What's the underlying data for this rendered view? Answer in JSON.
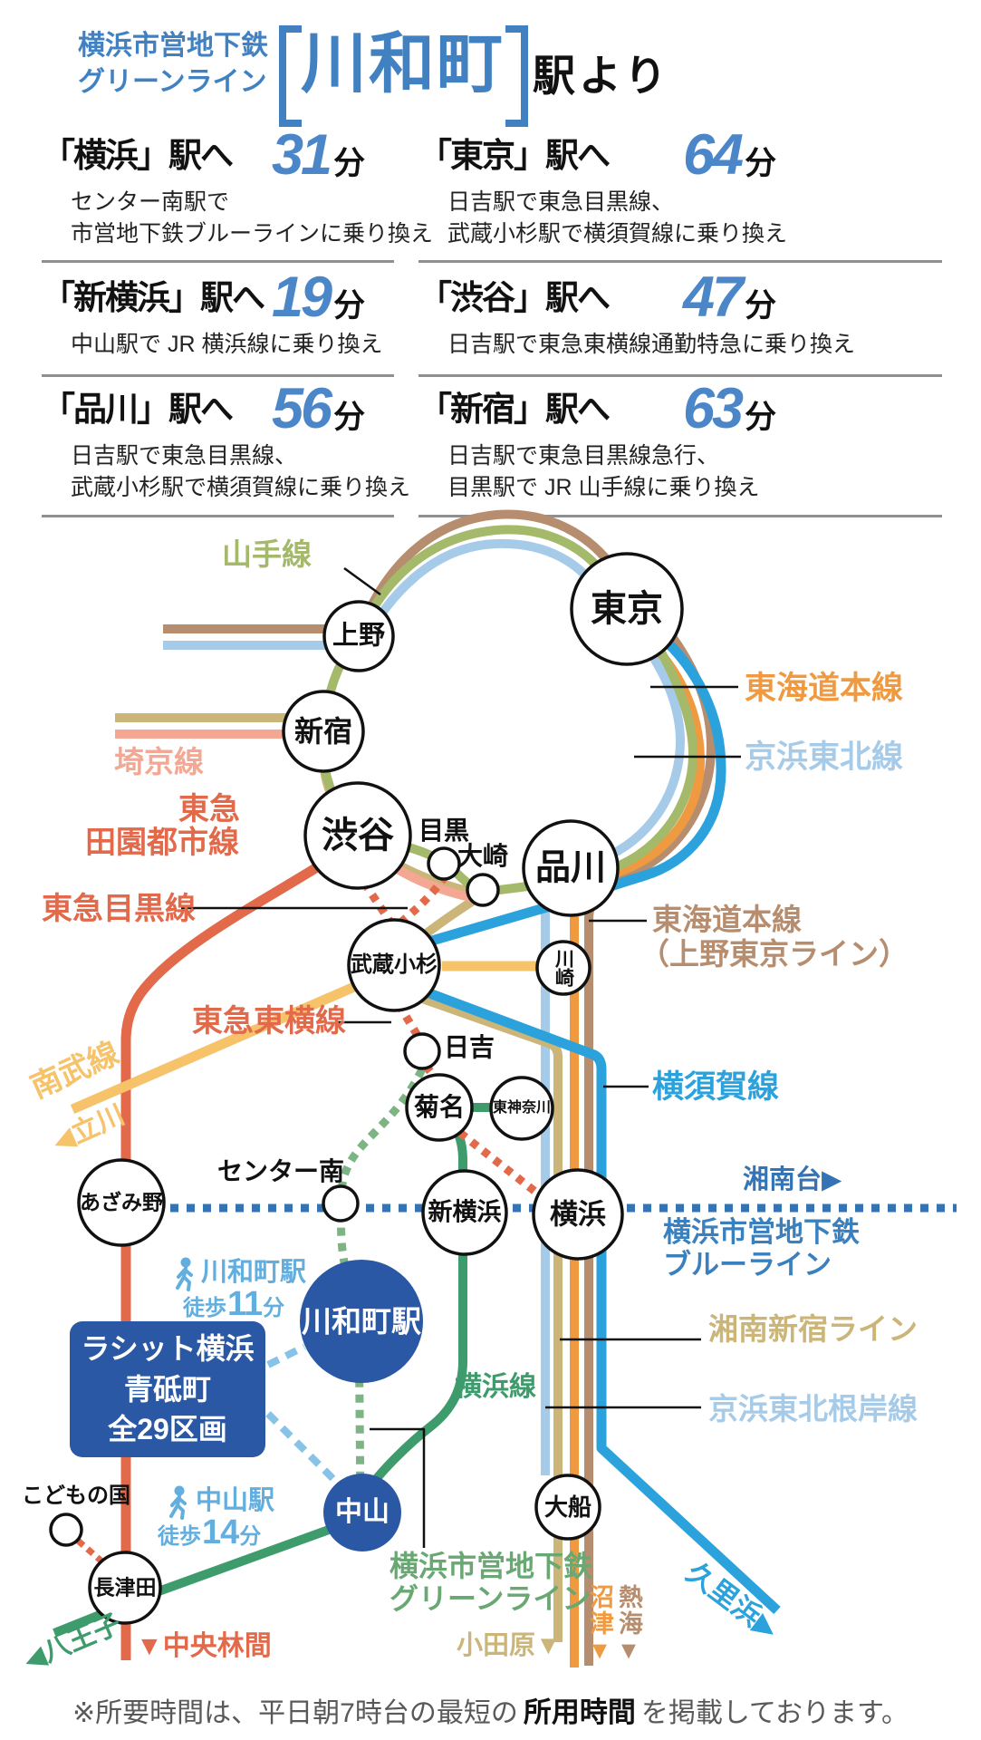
{
  "header": {
    "line_name_line1": "横浜市営地下鉄",
    "line_name_line2": "グリーンライン",
    "station_name": "川和町",
    "suffix": "駅より"
  },
  "travel_times": [
    {
      "destination": "「横浜」駅へ",
      "minutes": "31",
      "unit": "分",
      "notes": [
        "センター南駅で",
        "市営地下鉄ブルーラインに乗り換え"
      ]
    },
    {
      "destination": "「東京」駅へ",
      "minutes": "64",
      "unit": "分",
      "notes": [
        "日吉駅で東急目黒線、",
        "武蔵小杉駅で横須賀線に乗り換え"
      ]
    },
    {
      "destination": "「新横浜」駅へ",
      "minutes": "19",
      "unit": "分",
      "notes": [
        "中山駅で JR 横浜線に乗り換え"
      ]
    },
    {
      "destination": "「渋谷」駅へ",
      "minutes": "47",
      "unit": "分",
      "notes": [
        "日吉駅で東急東横線通勤特急に乗り換え"
      ]
    },
    {
      "destination": "「品川」駅へ",
      "minutes": "56",
      "unit": "分",
      "notes": [
        "日吉駅で東急目黒線、",
        "武蔵小杉駅で横須賀線に乗り換え"
      ]
    },
    {
      "destination": "「新宿」駅へ",
      "minutes": "63",
      "unit": "分",
      "notes": [
        "日吉駅で東急目黒線急行、",
        "目黒駅で JR 山手線に乗り換え"
      ]
    }
  ],
  "map": {
    "stations": {
      "tokyo": "東京",
      "ueno": "上野",
      "shinjuku": "新宿",
      "shibuya": "渋谷",
      "meguro": "目黒",
      "osaki": "大崎",
      "shinagawa": "品川",
      "musashikosugi": "武蔵小杉",
      "kawasaki": "川崎",
      "hiyoshi": "日吉",
      "kikuna": "菊名",
      "higashikanagawa": "東神奈川",
      "azamino": "あざみ野",
      "center_minami": "センター南",
      "shinyokohama": "新横浜",
      "yokohama": "横浜",
      "kawawacho": "川和町駅",
      "nakayama": "中山",
      "nagatsuta": "長津田",
      "kodomonokuni": "こどもの国",
      "ofuna": "大船"
    },
    "line_labels": {
      "yamanote": "山手線",
      "tokaido_main": "東海道本線",
      "keihin_tohoku": "京浜東北線",
      "saikyo": "埼京線",
      "tokyu_denentoshi_1": "東急",
      "tokyu_denentoshi_2": "田園都市線",
      "tokyu_meguro": "東急目黒線",
      "tokaido_ueno_tokyo_1": "東海道本線",
      "tokaido_ueno_tokyo_2": "（上野東京ライン）",
      "yokosuka": "横須賀線",
      "tokyu_toyoko": "東急東横線",
      "nambu": "南武線",
      "tachikawa": "◀立川",
      "shonandai": "湘南台▶",
      "blue_line_1": "横浜市営地下鉄",
      "blue_line_2": "ブルーライン",
      "shonan_shinjuku": "湘南新宿ライン",
      "keihin_tohoku_negishi": "京浜東北根岸線",
      "yokohama_line": "横浜線",
      "green_line_1": "横浜市営地下鉄",
      "green_line_2": "グリーンライン",
      "kurihama": "久里浜▶",
      "odawara": "小田原▼",
      "numazu": "沼津▼",
      "atami": "熱海▼",
      "chuorinkan": "▼中央林間",
      "hachioji": "◀八王子"
    },
    "walk_labels": {
      "kawawacho": {
        "station": "川和町駅",
        "prefix": "徒歩",
        "minutes": "11",
        "unit": "分"
      },
      "nakayama": {
        "station": "中山駅",
        "prefix": "徒歩",
        "minutes": "14",
        "unit": "分"
      }
    },
    "property_box": {
      "line1": "ラシット横浜",
      "line2": "青砥町",
      "line3": "全29区画"
    }
  },
  "footer": {
    "prefix": "※所要時間は、平日朝7時台の最短の",
    "emphasis": "所用時間",
    "suffix": "を掲載しております。"
  },
  "colors": {
    "accent_blue": "#4181c2",
    "navy": "#2a58a4",
    "yamanote_green": "#a4b96a",
    "keihin_tohoku_lightblue": "#a6cbe9",
    "tokaido_orange": "#ef9a40",
    "ueno_tokyo_brown": "#b68d6e",
    "yokosuka_blue": "#2ba2dc",
    "shonan_shinjuku_khaki": "#cbb578",
    "saikyo_salmon": "#f4a893",
    "tokyu_red_orange": "#e2694a",
    "nambu_yellow": "#f6c36a",
    "yokohama_line_green": "#3d9b6c",
    "green_line_green": "#7db483",
    "blue_line_blue": "#3474b4",
    "walk_blue": "#62aede",
    "footer_gray": "#595959"
  }
}
